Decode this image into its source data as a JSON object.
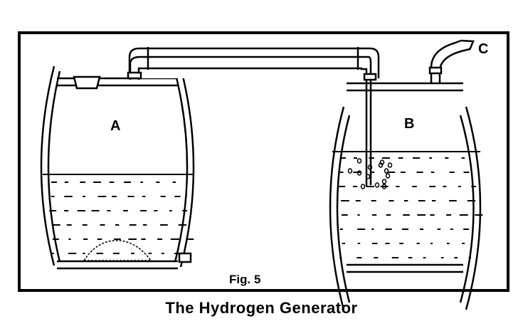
{
  "figure": {
    "label_a": "A",
    "label_b": "B",
    "label_c": "C",
    "fig_number": "Fig. 5",
    "caption": "The Hydrogen Generator"
  },
  "colors": {
    "ink": "#000000",
    "paper": "#ffffff"
  }
}
